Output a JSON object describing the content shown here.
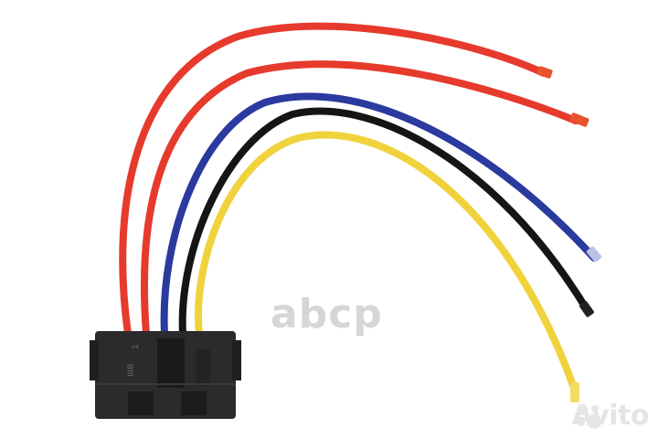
{
  "connector": {
    "marking_text": "IIIB",
    "pin_number": "1",
    "body_color": "#2b2b2d"
  },
  "wires": [
    {
      "name": "red-wire-1",
      "color": "#e63a2c"
    },
    {
      "name": "red-wire-2",
      "color": "#e63a2c"
    },
    {
      "name": "blue-wire",
      "color": "#2b3a9e"
    },
    {
      "name": "black-wire",
      "color": "#151515"
    },
    {
      "name": "yellow-wire",
      "color": "#f0d23c"
    }
  ],
  "watermark": {
    "brand_text": "аbcp"
  },
  "marketplace_badge": {
    "text": "Avito",
    "icon": "avito-dots-icon"
  }
}
